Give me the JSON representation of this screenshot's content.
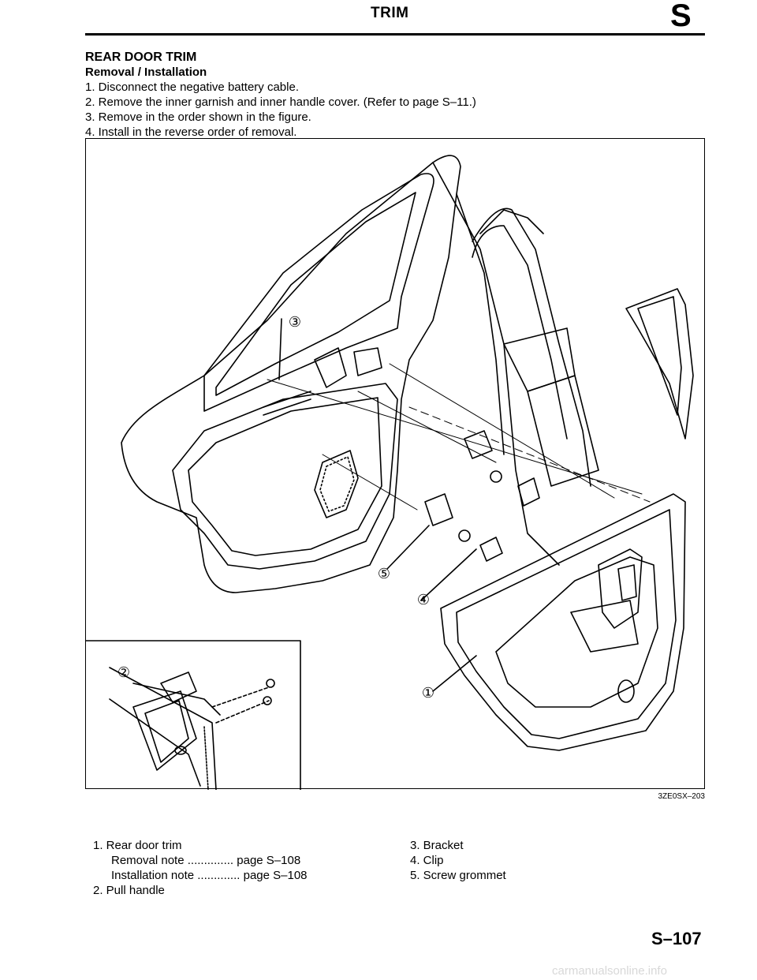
{
  "header": {
    "title": "TRIM",
    "section": "S"
  },
  "section_title": "REAR DOOR TRIM",
  "subtitle": "Removal / Installation",
  "steps": [
    "1. Disconnect the negative battery cable.",
    "2. Remove the inner garnish and inner handle cover. (Refer to page S–11.)",
    "3. Remove in the order shown in the figure.",
    "4. Install in the reverse order of removal."
  ],
  "figure": {
    "code": "3ZE0SX–203",
    "callouts": [
      "①",
      "②",
      "③",
      "④",
      "⑤"
    ]
  },
  "legend": {
    "item1": "1. Rear door trim",
    "item1_removal_label": "Removal note",
    "item1_removal_dots": "..............",
    "item1_removal_page": "page S–108",
    "item1_install_label": "Installation note",
    "item1_install_dots": ".............",
    "item1_install_page": "page S–108",
    "item2": "2. Pull handle",
    "item3": "3. Bracket",
    "item4": "4. Clip",
    "item5": "5. Screw grommet"
  },
  "page_number": "S–107",
  "watermark": "carmanualsonline.info"
}
